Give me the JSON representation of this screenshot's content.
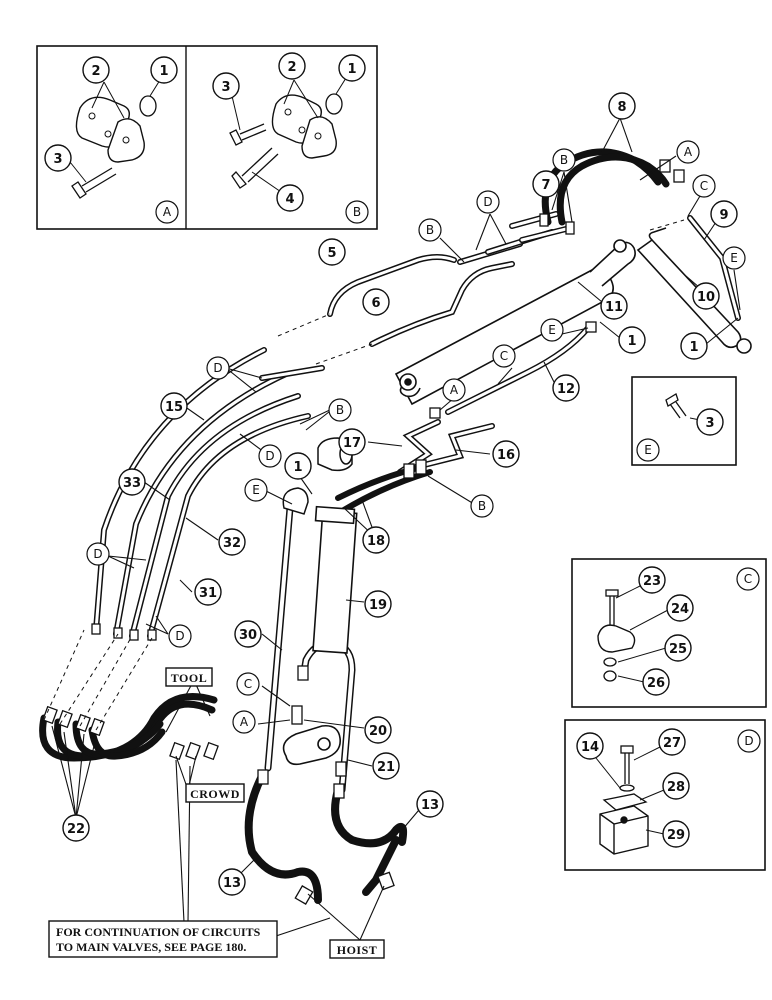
{
  "callouts": {
    "c1": "1",
    "c2": "2",
    "c3": "3",
    "c4": "4",
    "c5": "5",
    "c6": "6",
    "c7": "7",
    "c8": "8",
    "c9": "9",
    "c10": "10",
    "c11": "11",
    "c12": "12",
    "c13": "13",
    "c14": "14",
    "c15": "15",
    "c16": "16",
    "c17": "17",
    "c18": "18",
    "c19": "19",
    "c20": "20",
    "c21": "21",
    "c22": "22",
    "c23": "23",
    "c24": "24",
    "c25": "25",
    "c26": "26",
    "c27": "27",
    "c28": "28",
    "c29": "29",
    "c30": "30",
    "c31": "31",
    "c32": "32",
    "c33": "33"
  },
  "letters": {
    "A": "A",
    "B": "B",
    "C": "C",
    "D": "D",
    "E": "E"
  },
  "labels": {
    "tool": "TOOL",
    "crowd": "CROWD",
    "hoist": "HOIST"
  },
  "note": {
    "line1": "FOR CONTINUATION OF CIRCUITS",
    "line2": "TO MAIN VALVES, SEE PAGE 180."
  },
  "colors": {
    "ink": "#111111",
    "paper": "#ffffff",
    "shade": "#cfcfcf"
  }
}
